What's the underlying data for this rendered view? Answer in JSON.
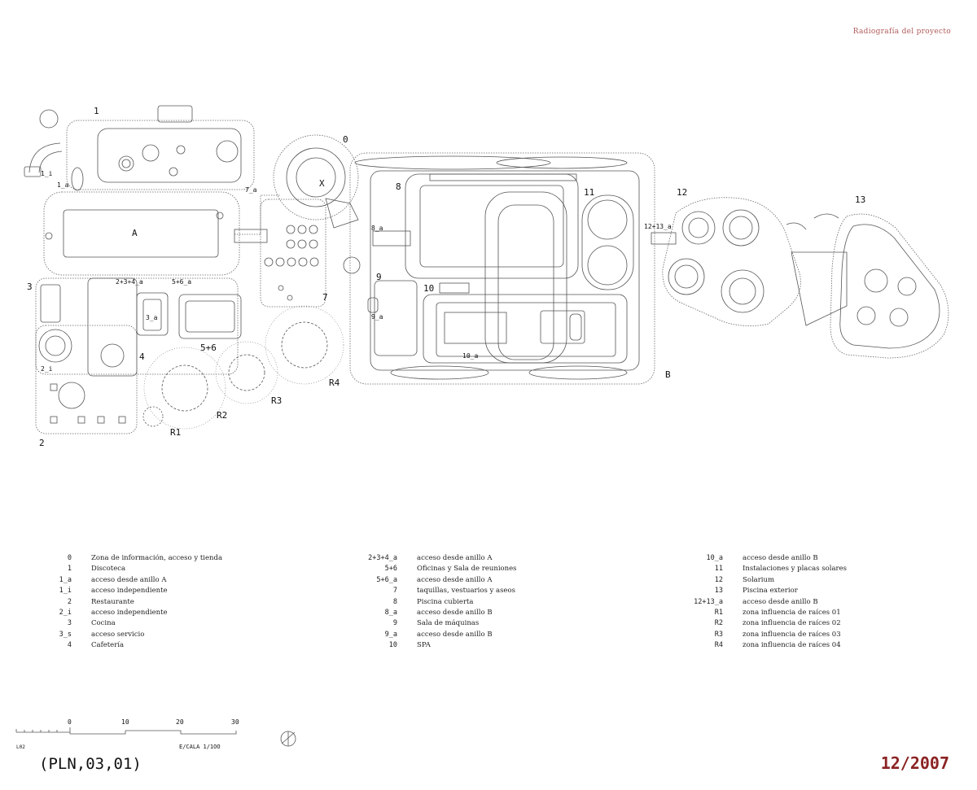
{
  "header": {
    "title": "Radiografía del proyecto"
  },
  "plan_labels": {
    "l0": "0",
    "l1": "1",
    "l1i": "1_i",
    "l1a": "1_a",
    "lA": "A",
    "l7a": "7_a",
    "lX": "X",
    "l8": "8",
    "l11": "11",
    "l12": "12",
    "l13": "13",
    "l1213a": "12+13_a",
    "l8a": "8_a",
    "l3": "3",
    "l234a": "2+3+4_a",
    "l56a": "5+6_a",
    "l3a": "3_a",
    "l56": "5+6",
    "l7": "7",
    "l9": "9",
    "l9a": "9_a",
    "l10": "10",
    "l10a": "10_a",
    "lB": "B",
    "l4": "4",
    "l2i": "2_i",
    "lR1": "R1",
    "lR2": "R2",
    "lR3": "R3",
    "lR4": "R4",
    "l2": "2"
  },
  "legend": {
    "col1": [
      {
        "code": "0",
        "desc": "Zona de información, acceso y tienda"
      },
      {
        "code": "1",
        "desc": "Discoteca"
      },
      {
        "code": "1_a",
        "desc": "acceso desde anillo A"
      },
      {
        "code": "1_i",
        "desc": "acceso independiente"
      },
      {
        "code": "2",
        "desc": "Restaurante"
      },
      {
        "code": "2_i",
        "desc": "acceso independiente"
      },
      {
        "code": "3",
        "desc": "Cocina"
      },
      {
        "code": "3_s",
        "desc": "acceso servicio"
      },
      {
        "code": "4",
        "desc": "Cafetería"
      }
    ],
    "col2": [
      {
        "code": "2+3+4_a",
        "desc": "acceso desde anillo A"
      },
      {
        "code": "5+6",
        "desc": "Oficinas y Sala de reuniones"
      },
      {
        "code": "5+6_a",
        "desc": "acceso desde anillo A"
      },
      {
        "code": "7",
        "desc": "taquillas, vestuarios y aseos"
      },
      {
        "code": "8",
        "desc": "Piscina cubierta"
      },
      {
        "code": "8_a",
        "desc": "acceso desde anillo B"
      },
      {
        "code": "9",
        "desc": "Sala de máquinas"
      },
      {
        "code": "9_a",
        "desc": "acceso desde anillo B"
      },
      {
        "code": "10",
        "desc": "SPA"
      }
    ],
    "col3": [
      {
        "code": "10_a",
        "desc": "acceso desde anillo B"
      },
      {
        "code": "11",
        "desc": "Instalaciones y placas solares"
      },
      {
        "code": "12",
        "desc": "Solarium"
      },
      {
        "code": "13",
        "desc": "Piscina exterior"
      },
      {
        "code": "12+13_a",
        "desc": "acceso desde anillo B"
      },
      {
        "code": "R1",
        "desc": "zona influencia de raíces 01"
      },
      {
        "code": "R2",
        "desc": "zona influencia de raíces 02"
      },
      {
        "code": "R3",
        "desc": "zona influencia de raíces 03"
      },
      {
        "code": "R4",
        "desc": "zona influencia de raíces 04"
      }
    ]
  },
  "scale": {
    "t0": "0",
    "t10": "10",
    "t20": "20",
    "t30": "30",
    "sheet": "L02",
    "label": "E/CALA 1/1OO"
  },
  "footer": {
    "code": "(PLN,03,01)",
    "date": "12/2007"
  }
}
